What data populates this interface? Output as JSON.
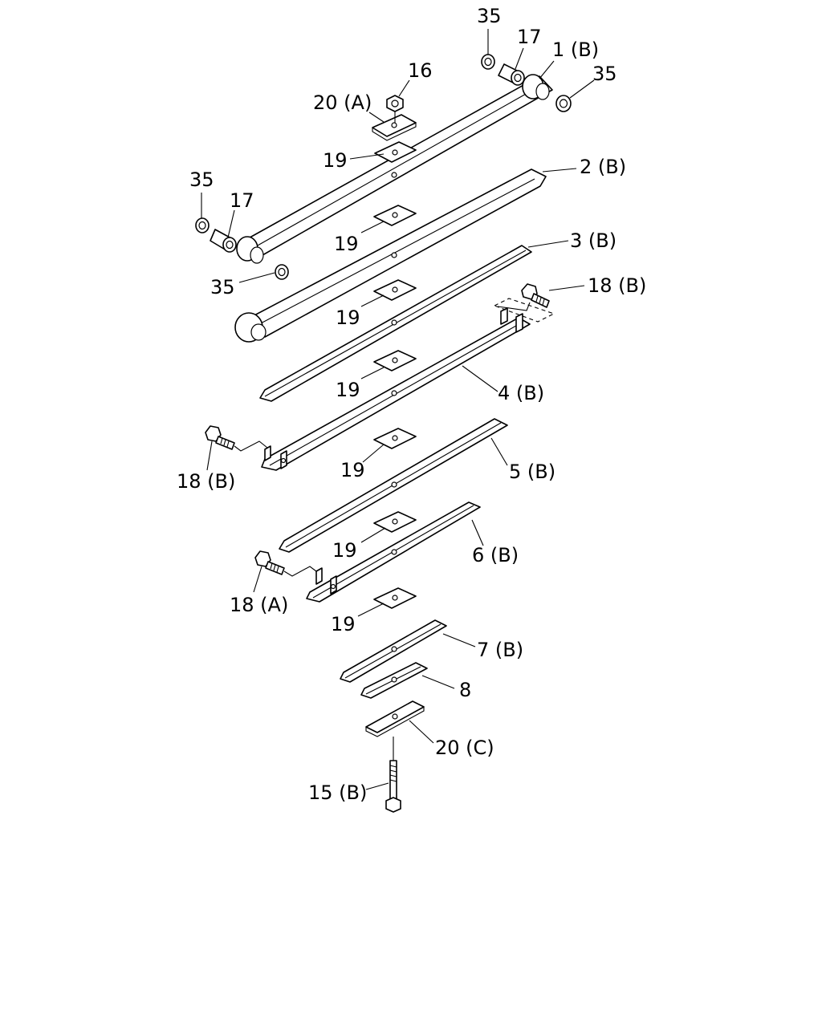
{
  "diagram": {
    "labels": [
      "35",
      "17",
      "1 (B)",
      "35",
      "16",
      "20 (A)",
      "19",
      "2 (B)",
      "35",
      "17",
      "19",
      "35",
      "3 (B)",
      "18 (B)",
      "19",
      "19",
      "4 (B)",
      "18 (B)",
      "19",
      "5 (B)",
      "19",
      "6 (B)",
      "18 (A)",
      "19",
      "7 (B)",
      "8",
      "20 (C)",
      "15 (B)"
    ]
  }
}
